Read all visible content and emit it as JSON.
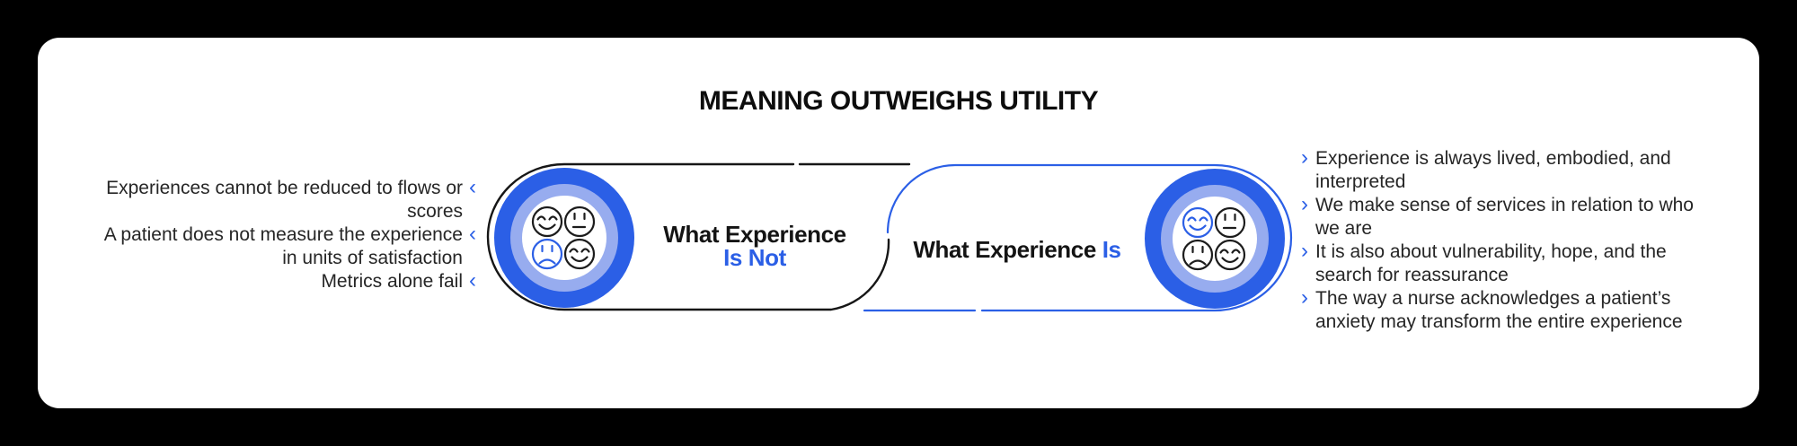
{
  "title": "MEANING OUTWEIGHS UTILITY",
  "chevrons": {
    "left": "‹",
    "right": "›"
  },
  "colors": {
    "page_bg": "#000000",
    "card_bg": "#ffffff",
    "accent_blue": "#2B5FE6",
    "ring_light_blue": "#97ACEF",
    "outline_black": "#161616",
    "body_text": "#262626"
  },
  "left_panel": {
    "bullets": [
      {
        "lines": [
          "Experiences cannot be reduced to flows or",
          "scores"
        ]
      },
      {
        "lines": [
          "A patient does not measure the experience",
          "in units of satisfaction"
        ]
      },
      {
        "lines": [
          "Metrics alone fail"
        ]
      }
    ]
  },
  "pills": {
    "is_not": {
      "line1": "What Experience",
      "line2": "Is Not",
      "icon": "four-faces-badge",
      "badge_faces": [
        "happy",
        "neutral",
        "sad-highlighted",
        "happy"
      ]
    },
    "is": {
      "prefix": "What Experience",
      "accent": "Is",
      "icon": "four-faces-badge",
      "badge_faces": [
        "happy-highlighted",
        "neutral",
        "sad",
        "happy"
      ]
    }
  },
  "right_panel": {
    "bullets": [
      {
        "lines": [
          "Experience is always lived, embodied, and",
          "interpreted"
        ]
      },
      {
        "lines": [
          "We make sense of services in relation to who",
          "we are"
        ]
      },
      {
        "lines": [
          "It is also about vulnerability, hope, and the",
          "search for reassurance"
        ]
      },
      {
        "lines": [
          "The way a nurse acknowledges a patient’s",
          "anxiety may transform the entire experience"
        ]
      }
    ]
  }
}
